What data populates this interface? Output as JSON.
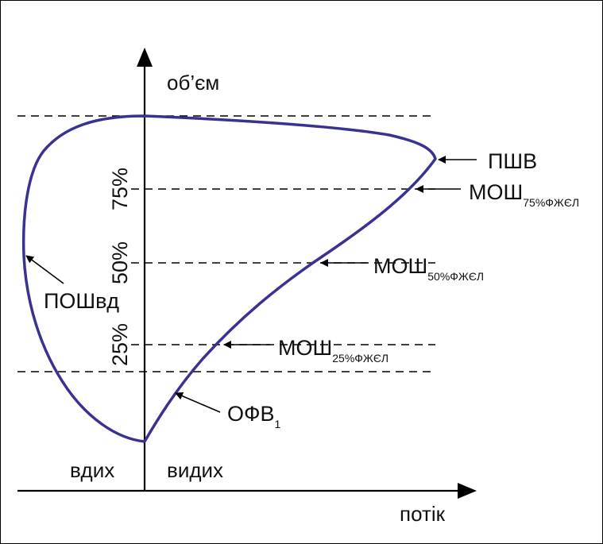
{
  "axes": {
    "y_label": "об’єм",
    "x_label": "потік",
    "left_region": "вдих",
    "right_region": "видих"
  },
  "levels": [
    "75%",
    "50%",
    "25%"
  ],
  "annotations": {
    "psv": "ПШВ",
    "mosh75_main": "МОШ",
    "mosh75_sub": "75%ФЖЄЛ",
    "mosh50_main": "МОШ",
    "mosh50_sub": "50%ФЖЄЛ",
    "mosh25_main": "МОШ",
    "mosh25_sub": "25%ФЖЄЛ",
    "poshvd": "ПОШвд",
    "ofv_main": "ОФВ",
    "ofv_sub": "1"
  },
  "colors": {
    "loop": "#3a3290",
    "axis": "#000000",
    "dashed": "#000000"
  }
}
